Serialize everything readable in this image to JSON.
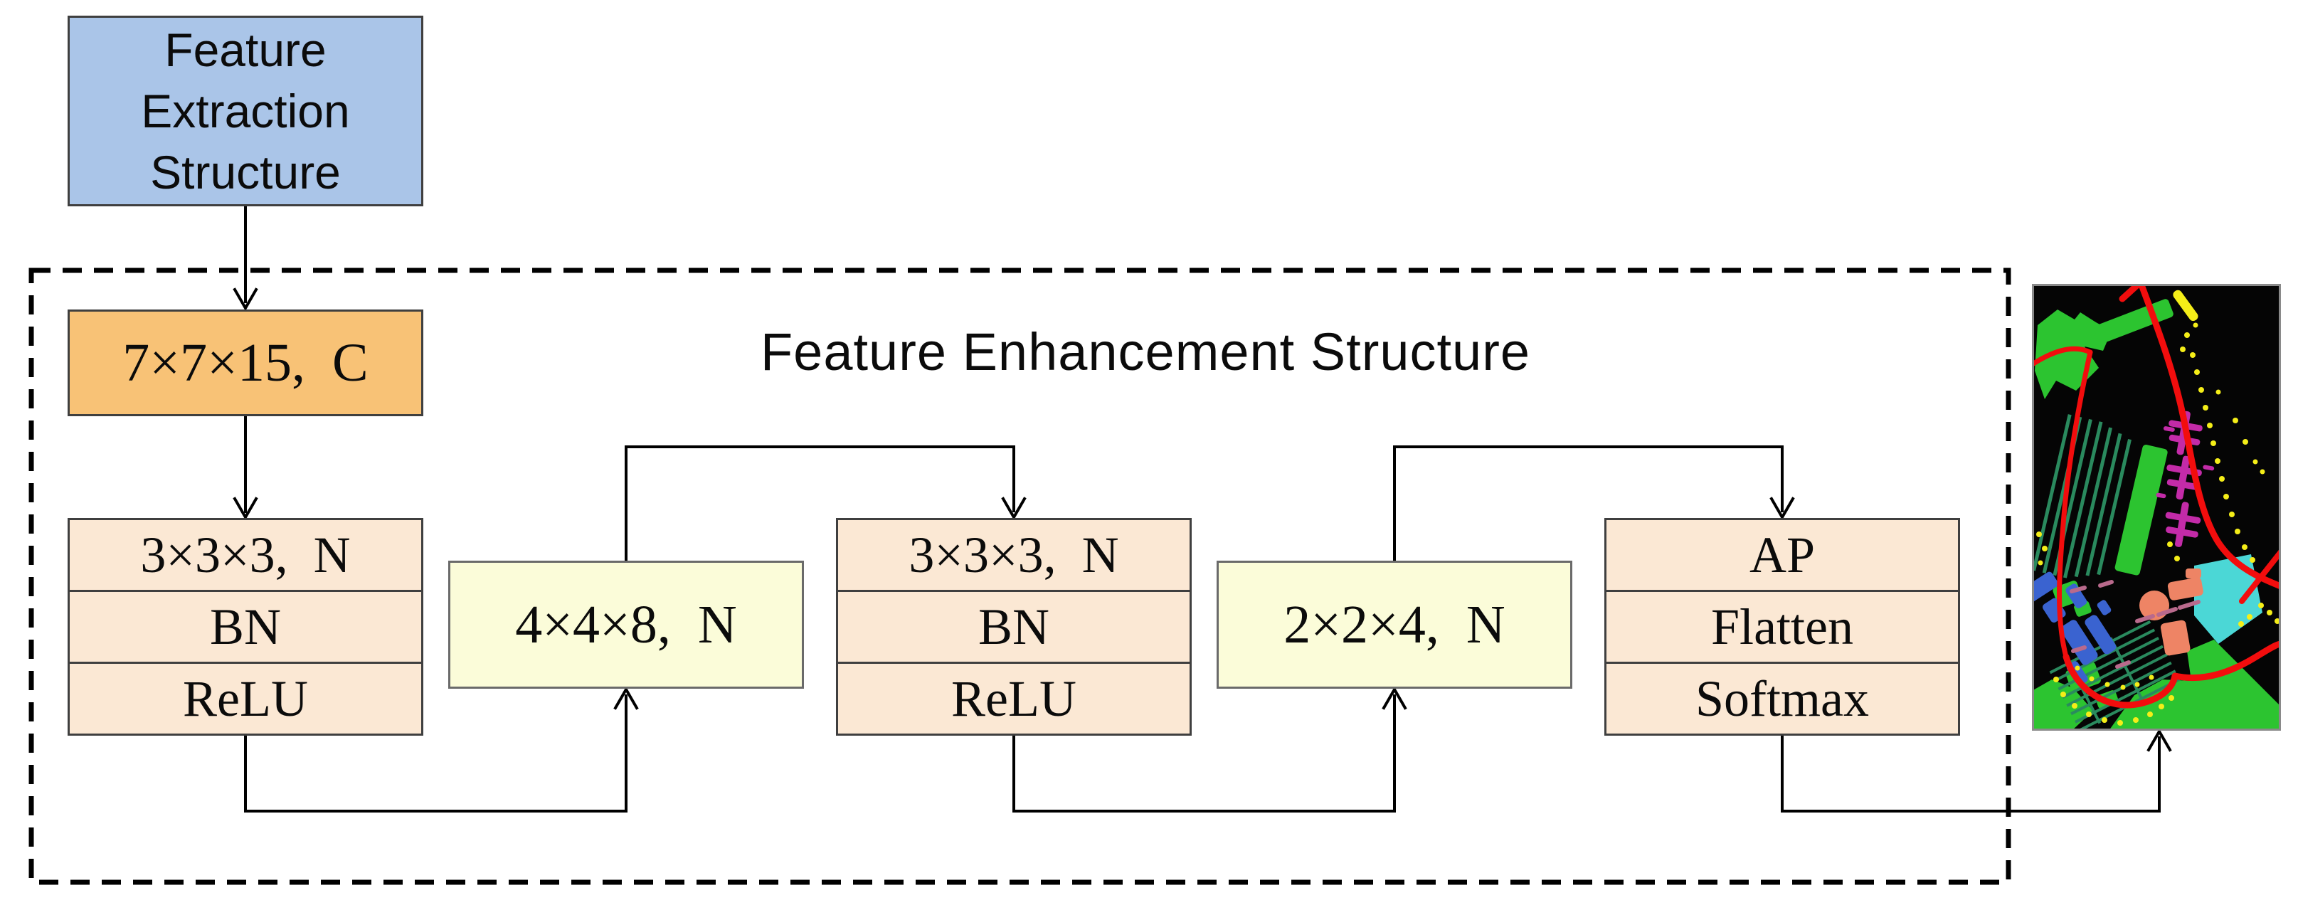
{
  "figure": {
    "input_box": {
      "label": "Feature Extraction Structure"
    },
    "enhancement_section": {
      "title": "Feature Enhancement Structure",
      "blocks": {
        "conv1": {
          "label": "7×7×15,  C"
        },
        "stack1": {
          "rows": [
            "3×3×3,  N",
            "BN",
            "ReLU"
          ]
        },
        "reshape1": {
          "label": "4×4×8,  N"
        },
        "stack2": {
          "rows": [
            "3×3×3,  N",
            "BN",
            "ReLU"
          ]
        },
        "reshape2": {
          "label": "2×2×4,  N"
        },
        "stack3": {
          "rows": [
            "AP",
            "Flatten",
            "Softmax"
          ]
        }
      }
    },
    "output_image": {
      "name": "classification-map"
    },
    "colors": {
      "input_box_fill": "#aac5e8",
      "conv_box_fill": "#f8c276",
      "stack_fill": "#fbe8d4",
      "reshape_fill": "#fbfcd9",
      "box_border": "#3f3f3f",
      "connector": "#000000",
      "map_palette": {
        "background": "#050505",
        "road_red": "#f20d0d",
        "meadow_green": "#2cc430",
        "tree_row_green": "#2a8a5e",
        "metal_cyan": "#4bd7d6",
        "brick_salmon": "#ee8465",
        "shadow_blue": "#3a63d0",
        "trellis_magenta": "#c32ba8",
        "gravel_yellow": "#f5ee18",
        "soil_rose": "#b96a8c"
      }
    }
  }
}
